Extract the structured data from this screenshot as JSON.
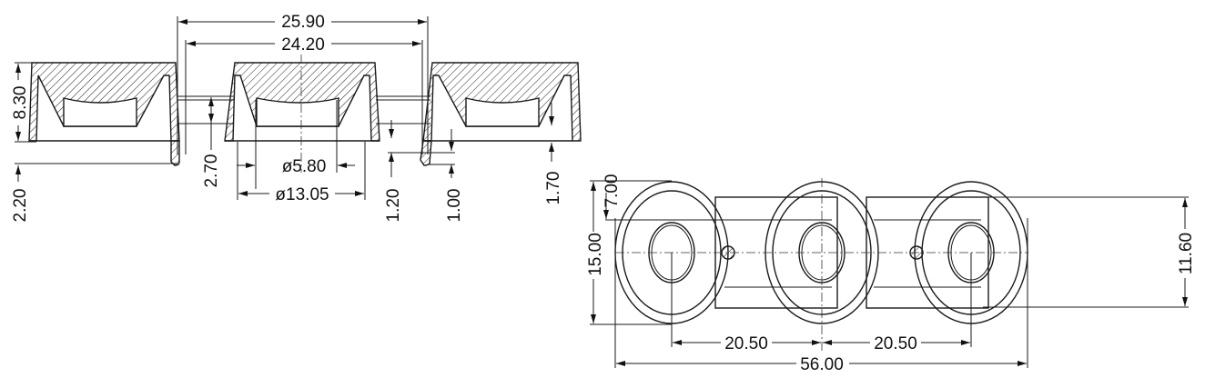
{
  "section_view": {
    "dims": {
      "overall_pitch_outer": "25.90",
      "overall_pitch_inner": "24.20",
      "height": "8.30",
      "skirt": "2.20",
      "bridge_height": "2.70",
      "bore_diameter": "ø5.80",
      "cup_diameter": "ø13.05",
      "step_a": "1.20",
      "step_b": "1.00",
      "step_c": "1.70"
    }
  },
  "plan_view": {
    "dims": {
      "half_height": "7.00",
      "total_height": "15.00",
      "bridge_width": "11.60",
      "pitch_left": "20.50",
      "pitch_right": "20.50",
      "overall_length": "56.00"
    }
  }
}
